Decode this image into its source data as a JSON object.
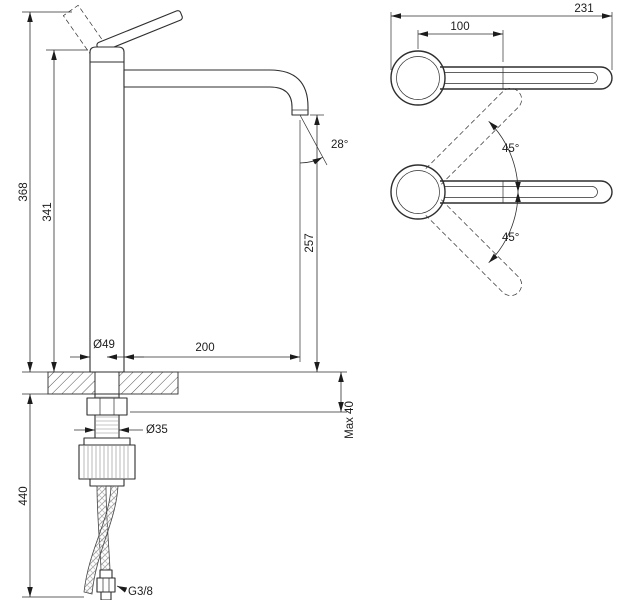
{
  "dims": {
    "overall_height": "368",
    "body_height": "341",
    "hose_length": "440",
    "outlet_height": "257",
    "spout_reach": "200",
    "spout_angle": "28°",
    "base_diameter": "Ø49",
    "shank_diameter": "Ø35",
    "max_deck": "Max 40",
    "thread": "G3/8",
    "top_overall_length": "231",
    "top_handle_length": "100",
    "swing_up": "45°",
    "swing_down": "45°"
  }
}
